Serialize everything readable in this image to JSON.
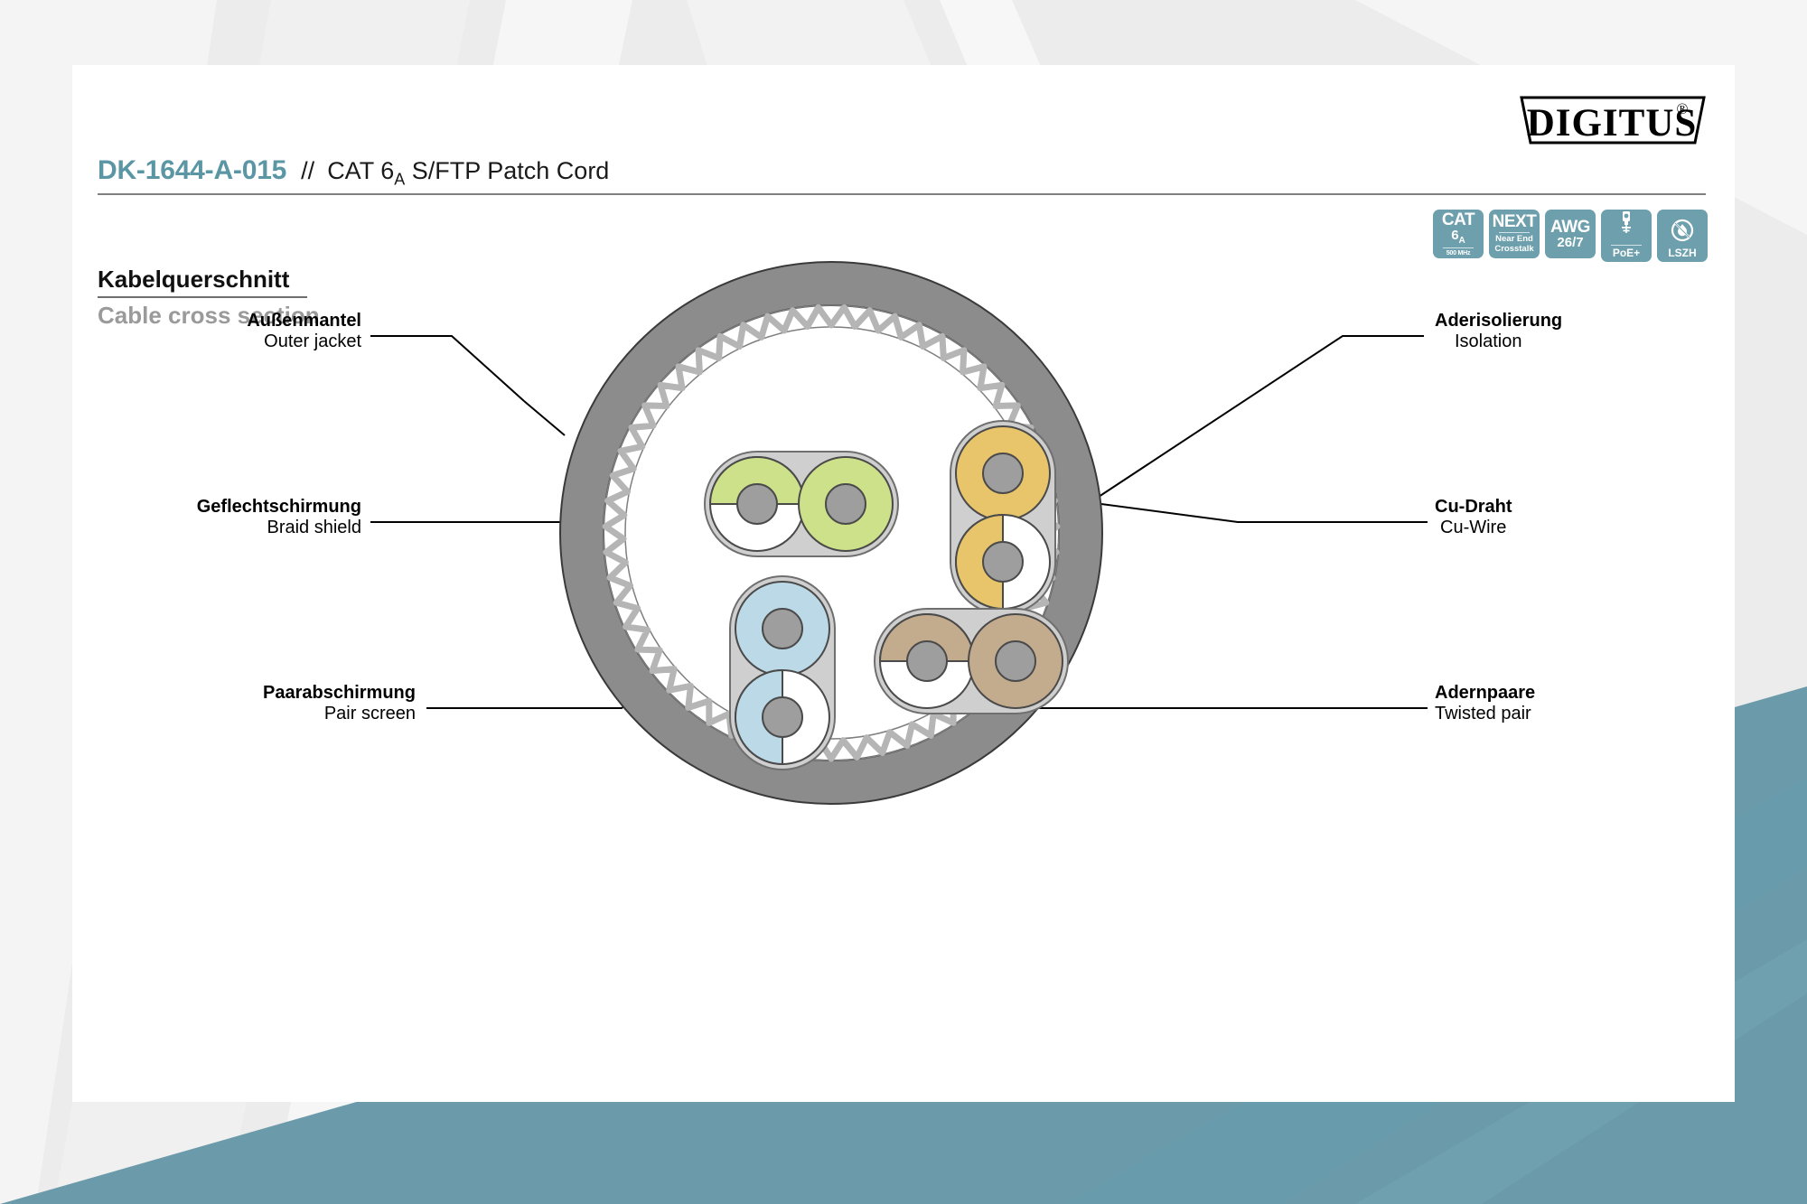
{
  "page": {
    "accent_color": "#5b96a4",
    "badge_color": "#6d9fad"
  },
  "logo": {
    "name": "DIGITUS",
    "registered": "®"
  },
  "header": {
    "sku": "DK-1644-A-015",
    "separator": "//",
    "product_name_prefix": "CAT 6",
    "product_name_sub": "A",
    "product_name_suffix": " S/FTP Patch Cord"
  },
  "badges": [
    {
      "id": "cat-6a-badge",
      "line1": "CAT",
      "line2": "6",
      "line2_sub": "A",
      "line3": "500 MHz"
    },
    {
      "id": "next-badge",
      "line1": "NEXT",
      "line2": "Near End",
      "line3": "Crosstalk"
    },
    {
      "id": "awg-badge",
      "line1": "AWG",
      "line2": "26/7"
    },
    {
      "id": "poe-badge",
      "icon": "rj45-connector-icon",
      "label": "PoE+"
    },
    {
      "id": "lszh-badge",
      "icon": "no-flame-icon",
      "label": "LSZH"
    }
  ],
  "section": {
    "title_de": "Kabelquerschnitt",
    "title_en": "Cable cross section"
  },
  "callouts": [
    {
      "id": "outer-jacket",
      "de": "Außenmantel",
      "en": "Outer jacket"
    },
    {
      "id": "braid-shield",
      "de": "Geflechtschirmung",
      "en": "Braid shield"
    },
    {
      "id": "pair-screen",
      "de": "Paarabschirmung",
      "en": "Pair screen"
    },
    {
      "id": "isolation",
      "de": "Aderisolierung",
      "en": "Isolation"
    },
    {
      "id": "cu-wire",
      "de": "Cu-Draht",
      "en": "Cu-Wire"
    },
    {
      "id": "twisted-pair",
      "de": "Adernpaare",
      "en": "Twisted pair"
    }
  ],
  "diagram": {
    "type": "cable-cross-section",
    "outer_jacket_color": "#8c8c8c",
    "braid_shield_color": "#b5b5b5",
    "pair_screen_color": "#cfcfcf",
    "copper_core_color": "#9e9e9e",
    "pairs": [
      {
        "id": "green-pair",
        "color": "#cde08a",
        "position": "upper-left",
        "orientation": "horizontal"
      },
      {
        "id": "orange-pair",
        "color": "#e8c56b",
        "position": "upper-right",
        "orientation": "vertical"
      },
      {
        "id": "blue-pair",
        "color": "#bcd9e8",
        "position": "lower-left",
        "orientation": "vertical"
      },
      {
        "id": "brown-pair",
        "color": "#c3ab8e",
        "position": "lower-right",
        "orientation": "horizontal"
      }
    ]
  }
}
